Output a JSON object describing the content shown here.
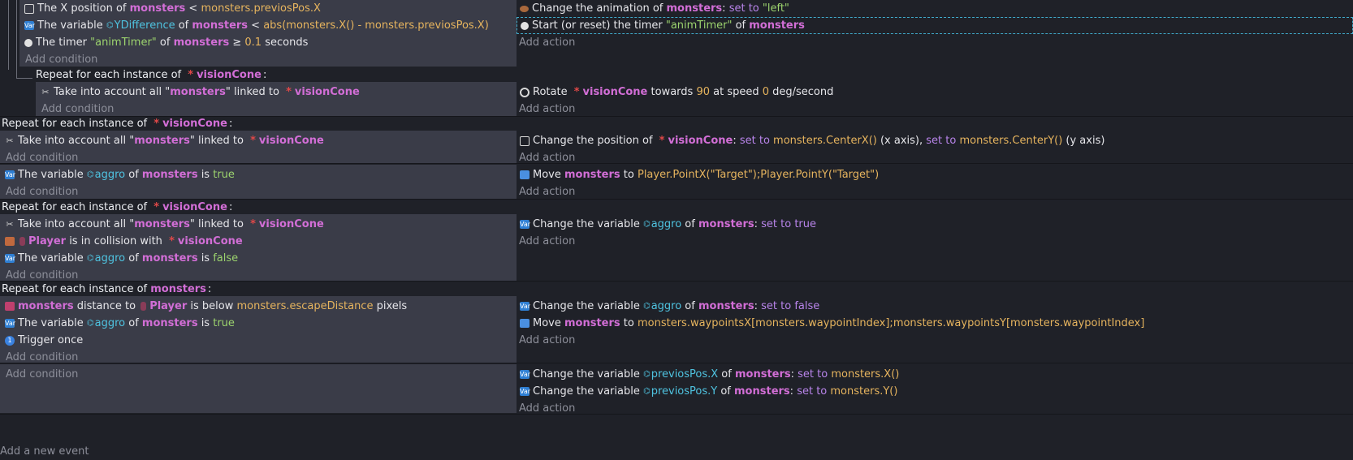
{
  "block0": {
    "conditions": [
      {
        "icon": "checkbox-icon",
        "parts": [
          [
            "t",
            "The X position of "
          ],
          [
            "o",
            "monsters"
          ],
          [
            "t",
            " < "
          ],
          [
            "e",
            "monsters.previosPos.X"
          ]
        ]
      },
      {
        "icon": "variable-icon",
        "parts": [
          [
            "t",
            "The variable "
          ],
          [
            "v",
            "YDifference"
          ],
          [
            "t",
            " of "
          ],
          [
            "o",
            "monsters"
          ],
          [
            "t",
            " < "
          ],
          [
            "e",
            "abs(monsters.X() - monsters.previosPos.X)"
          ]
        ]
      },
      {
        "icon": "timer-icon",
        "parts": [
          [
            "t",
            "The timer "
          ],
          [
            "s",
            "\"animTimer\""
          ],
          [
            "t",
            " of "
          ],
          [
            "o",
            "monsters"
          ],
          [
            "t",
            " ≥ "
          ],
          [
            "e",
            "0.1"
          ],
          [
            "t",
            " seconds"
          ]
        ]
      }
    ],
    "add_condition": "Add condition",
    "actions": [
      {
        "icon": "animation-icon",
        "parts": [
          [
            "t",
            "Change the animation of "
          ],
          [
            "o",
            "monsters"
          ],
          [
            "t",
            ": "
          ],
          [
            "k",
            "set to"
          ],
          [
            "s",
            " \"left\""
          ]
        ]
      },
      {
        "icon": "timer-icon",
        "parts": [
          [
            "t",
            "Start (or reset) the timer "
          ],
          [
            "s",
            "\"animTimer\""
          ],
          [
            "t",
            " of "
          ],
          [
            "o",
            "monsters"
          ]
        ]
      }
    ],
    "add_action": "Add action"
  },
  "block1": {
    "header": {
      "prefix": "Repeat for each instance of ",
      "object": "visionCone",
      "suffix": ":"
    },
    "conditions": [
      {
        "icon": "link-icon",
        "parts": [
          [
            "t",
            "Take into account all \""
          ],
          [
            "o",
            "monsters"
          ],
          [
            "t",
            "\" linked to "
          ],
          [
            "x",
            "*"
          ],
          [
            "o",
            "visionCone"
          ]
        ]
      }
    ],
    "add_condition": "Add condition",
    "actions": [
      {
        "icon": "rotate-icon",
        "parts": [
          [
            "t",
            "Rotate "
          ],
          [
            "x",
            "*"
          ],
          [
            "o",
            "visionCone"
          ],
          [
            "t",
            " towards "
          ],
          [
            "e",
            "90"
          ],
          [
            "t",
            " at speed "
          ],
          [
            "e",
            "0"
          ],
          [
            "t",
            " deg/second"
          ]
        ]
      }
    ],
    "add_action": "Add action"
  },
  "block2": {
    "header": {
      "prefix": "Repeat for each instance of ",
      "object": "visionCone",
      "suffix": ":"
    },
    "conditions": [
      {
        "icon": "link-icon",
        "parts": [
          [
            "t",
            "Take into account all \""
          ],
          [
            "o",
            "monsters"
          ],
          [
            "t",
            "\" linked to "
          ],
          [
            "x",
            "*"
          ],
          [
            "o",
            "visionCone"
          ]
        ]
      }
    ],
    "add_condition": "Add condition",
    "actions": [
      {
        "icon": "checkbox-icon",
        "parts": [
          [
            "t",
            "Change the position of "
          ],
          [
            "x",
            "*"
          ],
          [
            "o",
            "visionCone"
          ],
          [
            "t",
            ": "
          ],
          [
            "k",
            "set to"
          ],
          [
            "e",
            " monsters.CenterX()"
          ],
          [
            "t",
            " (x axis), "
          ],
          [
            "k",
            "set to"
          ],
          [
            "e",
            " monsters.CenterY()"
          ],
          [
            "t",
            " (y axis)"
          ]
        ]
      }
    ],
    "add_action": "Add action"
  },
  "block3": {
    "conditions": [
      {
        "icon": "variable-icon",
        "parts": [
          [
            "t",
            "The variable "
          ],
          [
            "v",
            "aggro"
          ],
          [
            "t",
            " of "
          ],
          [
            "o",
            "monsters"
          ],
          [
            "t",
            " is "
          ],
          [
            "s",
            "true"
          ]
        ]
      }
    ],
    "add_condition": "Add condition",
    "actions": [
      {
        "icon": "move-icon",
        "parts": [
          [
            "t",
            "Move "
          ],
          [
            "o",
            "monsters"
          ],
          [
            "t",
            " to "
          ],
          [
            "e",
            "Player.PointX(\"Target\");Player.PointY(\"Target\")"
          ]
        ]
      }
    ],
    "add_action": "Add action"
  },
  "block4": {
    "header": {
      "prefix": "Repeat for each instance of ",
      "object": "visionCone",
      "suffix": ":"
    },
    "conditions": [
      {
        "icon": "link-icon",
        "parts": [
          [
            "t",
            "Take into account all \""
          ],
          [
            "o",
            "monsters"
          ],
          [
            "t",
            "\" linked to "
          ],
          [
            "x",
            "*"
          ],
          [
            "o",
            "visionCone"
          ]
        ]
      },
      {
        "icon": "collision-icon",
        "parts": [
          [
            "p",
            ""
          ],
          [
            "o",
            "Player"
          ],
          [
            "t",
            " is in collision with "
          ],
          [
            "x",
            "*"
          ],
          [
            "o",
            "visionCone"
          ]
        ]
      },
      {
        "icon": "variable-icon",
        "parts": [
          [
            "t",
            "The variable "
          ],
          [
            "v",
            "aggro"
          ],
          [
            "t",
            " of "
          ],
          [
            "o",
            "monsters"
          ],
          [
            "t",
            " is "
          ],
          [
            "s",
            "false"
          ]
        ]
      }
    ],
    "add_condition": "Add condition",
    "actions": [
      {
        "icon": "variable-icon",
        "parts": [
          [
            "t",
            "Change the variable "
          ],
          [
            "v",
            "aggro"
          ],
          [
            "t",
            " of "
          ],
          [
            "o",
            "monsters"
          ],
          [
            "t",
            ": "
          ],
          [
            "k",
            "set to true"
          ]
        ]
      }
    ],
    "add_action": "Add action"
  },
  "block5": {
    "header": {
      "prefix": "Repeat for each instance of ",
      "object": "monsters",
      "suffix": ":"
    },
    "conditions": [
      {
        "icon": "distance-icon",
        "parts": [
          [
            "o",
            "monsters"
          ],
          [
            "t",
            " distance to "
          ],
          [
            "p",
            ""
          ],
          [
            "o",
            "Player"
          ],
          [
            "t",
            " is below "
          ],
          [
            "e",
            "monsters.escapeDistance"
          ],
          [
            "t",
            " pixels"
          ]
        ]
      },
      {
        "icon": "variable-icon",
        "parts": [
          [
            "t",
            "The variable "
          ],
          [
            "v",
            "aggro"
          ],
          [
            "t",
            " of "
          ],
          [
            "o",
            "monsters"
          ],
          [
            "t",
            " is "
          ],
          [
            "s",
            "true"
          ]
        ]
      },
      {
        "icon": "trigger-once-icon",
        "parts": [
          [
            "t",
            "Trigger once"
          ]
        ]
      }
    ],
    "add_condition": "Add condition",
    "actions": [
      {
        "icon": "variable-icon",
        "parts": [
          [
            "t",
            "Change the variable "
          ],
          [
            "v",
            "aggro"
          ],
          [
            "t",
            " of "
          ],
          [
            "o",
            "monsters"
          ],
          [
            "t",
            ": "
          ],
          [
            "k",
            "set to false"
          ]
        ]
      },
      {
        "icon": "move-icon",
        "parts": [
          [
            "t",
            "Move "
          ],
          [
            "o",
            "monsters"
          ],
          [
            "t",
            " to "
          ],
          [
            "e",
            "monsters.waypointsX[monsters.waypointIndex];monsters.waypointsY[monsters.waypointIndex]"
          ]
        ]
      }
    ],
    "add_action": "Add action"
  },
  "block6": {
    "conditions": [],
    "add_condition": "Add condition",
    "actions": [
      {
        "icon": "variable-icon",
        "parts": [
          [
            "t",
            "Change the variable "
          ],
          [
            "v",
            "previosPos.X"
          ],
          [
            "t",
            " of "
          ],
          [
            "o",
            "monsters"
          ],
          [
            "t",
            ": "
          ],
          [
            "k",
            "set to"
          ],
          [
            "e",
            " monsters.X()"
          ]
        ]
      },
      {
        "icon": "variable-icon",
        "parts": [
          [
            "t",
            "Change the variable "
          ],
          [
            "v",
            "previosPos.Y"
          ],
          [
            "t",
            " of "
          ],
          [
            "o",
            "monsters"
          ],
          [
            "t",
            ": "
          ],
          [
            "k",
            "set to"
          ],
          [
            "e",
            " monsters.Y()"
          ]
        ]
      }
    ],
    "add_action": "Add action"
  },
  "footer": {
    "add_event": "Add a new event"
  }
}
